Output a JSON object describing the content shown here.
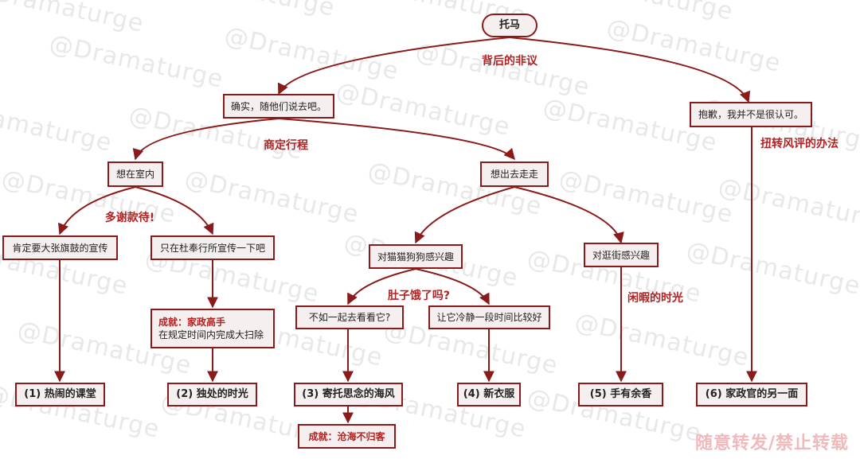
{
  "watermark": "@Dramaturge",
  "footer_text": "随意转发/禁止转载",
  "colors": {
    "accent": "#8b1a1a",
    "label": "#b22222",
    "node_bg": "#f5efef",
    "footer": "#f0b9bc"
  },
  "nodes": {
    "root": "托马",
    "agree": "确实，随他们说去吧。",
    "disagree": "抱歉，我并不是很认可。",
    "indoor": "想在室内",
    "outdoor": "想出去走走",
    "promote_big": "肯定要大张旗鼓的宣传",
    "promote_small": "只在杜奉行所宣传一下吧",
    "achievement_housework_title": "成就：家政高手",
    "achievement_housework_desc": "在规定时间内完成大扫除",
    "cats_dogs": "对猫猫狗狗感兴趣",
    "shopping": "对逛街感兴趣",
    "look_together": "不如一起去看看它?",
    "let_calm": "让它冷静一段时间比较好",
    "ending1": "(1) 热闹的课堂",
    "ending2": "(2) 独处的时光",
    "ending3": "(3) 寄托思念的海风",
    "ending4": "(4) 新衣服",
    "ending5": "(5) 手有余香",
    "ending6": "(6) 家政官的另一面",
    "achievement_sea": "成就：沧海不归客"
  },
  "labels": {
    "gossip": "背后的非议",
    "plan": "商定行程",
    "hospitality": "多谢款待!",
    "hungry": "肚子饿了吗?",
    "leisure": "闲暇的时光",
    "reverse": "扭转风评的办法"
  }
}
